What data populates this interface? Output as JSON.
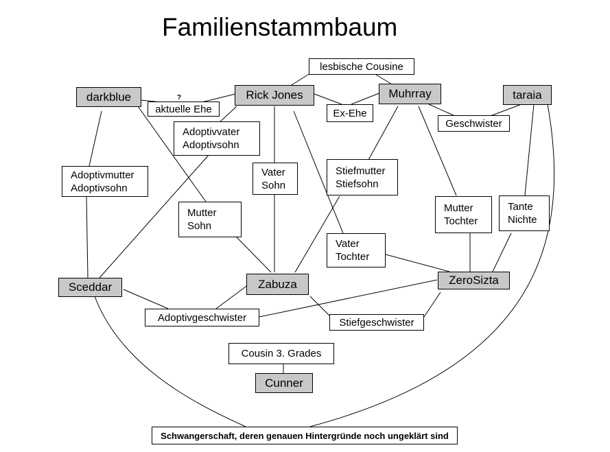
{
  "title": "Familienstammbaum",
  "people": {
    "darkblue": "darkblue",
    "rick_jones": "Rick Jones",
    "muhrray": "Muhrray",
    "taraia": "taraia",
    "sceddar": "Sceddar",
    "zabuza": "Zabuza",
    "zerosizta": "ZeroSizta",
    "cunner": "Cunner"
  },
  "relations": {
    "lesbische_cousine": "lesbische Cousine",
    "aktuelle_ehe": "aktuelle Ehe",
    "question_mark": "?",
    "ex_ehe": "Ex-Ehe",
    "geschwister": "Geschwister",
    "adoptivvater": [
      "Adoptivvater",
      "Adoptivsohn"
    ],
    "adoptivmutter": [
      "Adoptivmutter",
      "Adoptivsohn"
    ],
    "vater_sohn": [
      "Vater",
      "Sohn"
    ],
    "stiefmutter": [
      "Stiefmutter",
      "Stiefsohn"
    ],
    "mutter_sohn": [
      "Mutter",
      "Sohn"
    ],
    "mutter_tochter": [
      "Mutter",
      "Tochter"
    ],
    "tante_nichte": [
      "Tante",
      "Nichte"
    ],
    "vater_tochter": [
      "Vater",
      "Tochter"
    ],
    "adoptivgeschwister": "Adoptivgeschwister",
    "stiefgeschwister": "Stiefgeschwister",
    "cousin_3": "Cousin 3. Grades",
    "schwangerschaft": "Schwangerschaft, deren genauen Hintergründe noch ungeklärt sind"
  },
  "colors": {
    "person_fill": "#c8c8c8",
    "relation_fill": "#ffffff",
    "line": "#000000"
  }
}
